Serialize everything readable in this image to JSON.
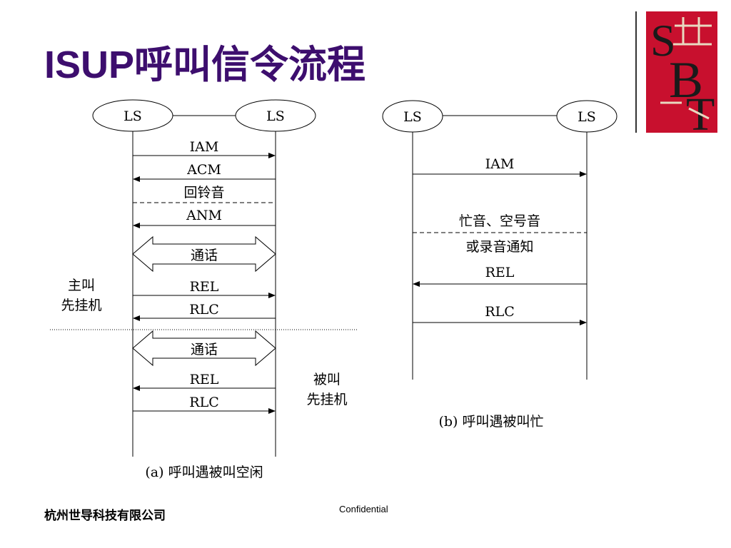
{
  "title": "ISUP呼叫信令流程",
  "footer": {
    "company": "杭州世导科技有限公司",
    "confidential": "Confidential"
  },
  "logo": {
    "letters": "SBT"
  },
  "diagram_a": {
    "ls_left": "LS",
    "ls_right": "LS",
    "iam": "IAM",
    "acm": "ACM",
    "ringback": "回铃音",
    "anm": "ANM",
    "talk1": "通话",
    "rel1": "REL",
    "rlc1": "RLC",
    "caller_hangup_1": "主叫",
    "caller_hangup_2": "先挂机",
    "talk2": "通话",
    "rel2": "REL",
    "rlc2": "RLC",
    "callee_hangup_1": "被叫",
    "callee_hangup_2": "先挂机",
    "caption": "(a) 呼叫遇被叫空闲"
  },
  "diagram_b": {
    "ls_left": "LS",
    "ls_right": "LS",
    "iam": "IAM",
    "tone_1": "忙音、空号音",
    "tone_2": "或录音通知",
    "rel": "REL",
    "rlc": "RLC",
    "caption": "(b) 呼叫遇被叫忙"
  }
}
